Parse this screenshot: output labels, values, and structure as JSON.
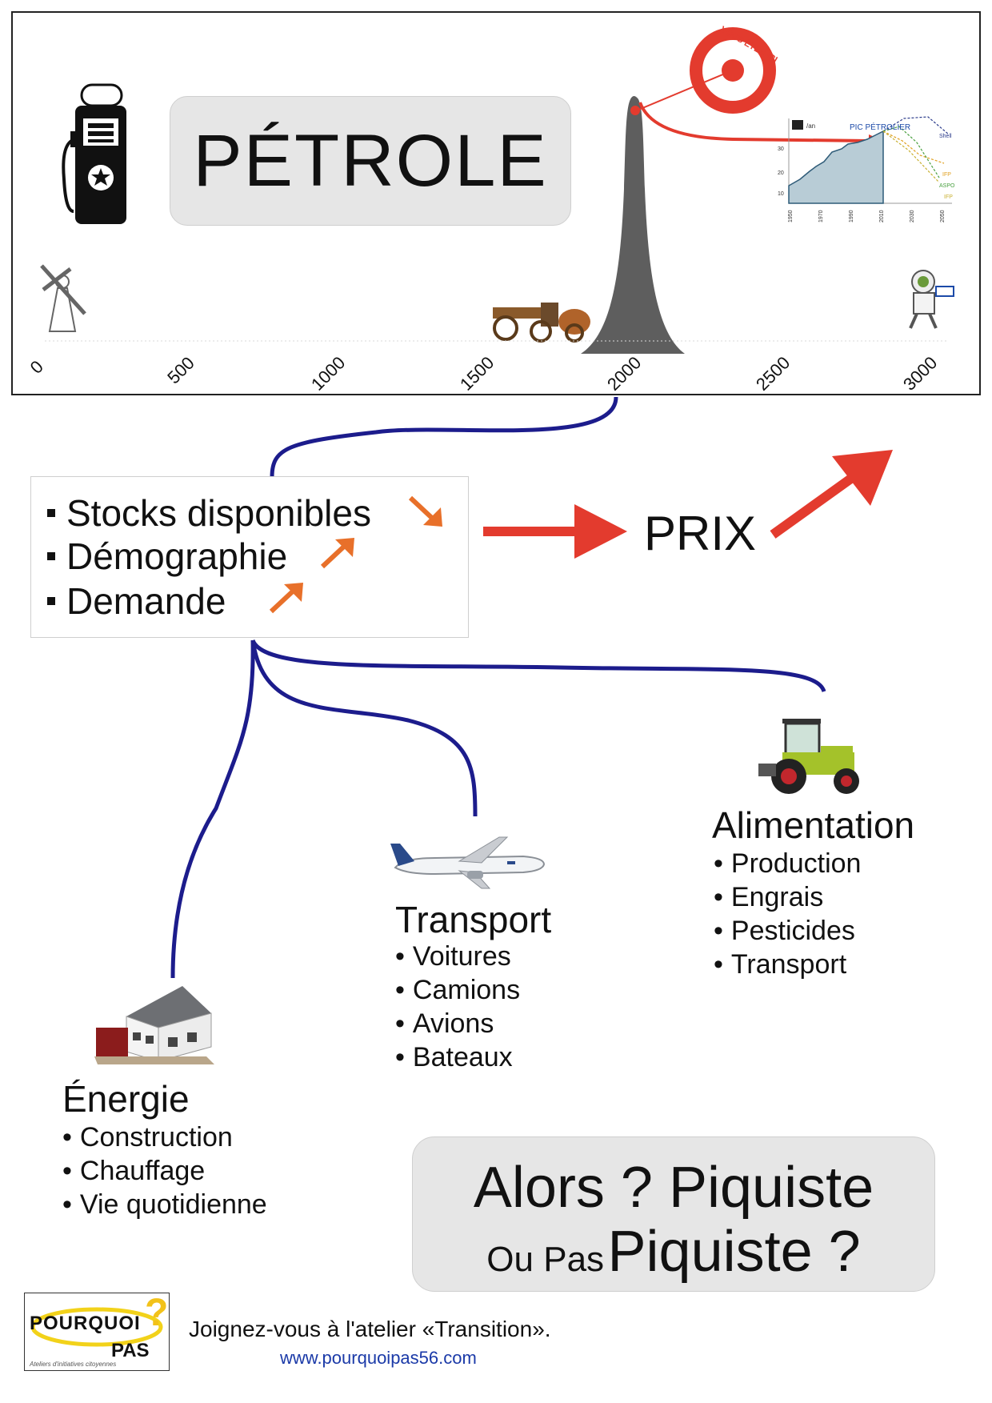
{
  "title": "PÉTROLE",
  "timeline": {
    "ticks": [
      "0",
      "500",
      "1000",
      "1500",
      "2000",
      "2500",
      "3000"
    ],
    "you_are_here": "VOUS ÊTES ICI",
    "inset_chart": {
      "title": "PIC PÉTROLIER",
      "unit_label": "/an",
      "y_ticks": [
        "30",
        "20",
        "10"
      ],
      "x_ticks": [
        "1950",
        "1970",
        "1990",
        "2010",
        "2030",
        "2050"
      ],
      "series_labels": [
        "Shell",
        "IFP",
        "ASPO",
        "IFP"
      ]
    },
    "icons": [
      "gas-pump-icon",
      "pilgrim-icon",
      "steam-wagon-icon",
      "astronaut-icon",
      "target-icon"
    ]
  },
  "factors": [
    {
      "label": "Stocks disponibles",
      "trend": "down"
    },
    {
      "label": "Démographie",
      "trend": "up"
    },
    {
      "label": "Demande",
      "trend": "up"
    }
  ],
  "price": {
    "label": "PRIX",
    "trend": "up"
  },
  "colors": {
    "arrow_red": "#e33b2e",
    "trend_orange": "#e8702a",
    "connector_blue": "#1c1c8c",
    "box_grey": "#e6e6e6"
  },
  "categories": {
    "energie": {
      "title": "Énergie",
      "items": [
        "Construction",
        "Chauffage",
        "Vie quotidienne"
      ],
      "icon": "house-icon"
    },
    "transport": {
      "title": "Transport",
      "items": [
        "Voitures",
        "Camions",
        "Avions",
        "Bateaux"
      ],
      "icon": "airplane-icon"
    },
    "alimentation": {
      "title": "Alimentation",
      "items": [
        "Production",
        "Engrais",
        "Pesticides",
        "Transport"
      ],
      "icon": "tractor-icon"
    }
  },
  "question": {
    "line1": "Alors ? Piquiste",
    "line2_small": "Ou Pas",
    "line2_big": "Piquiste ?"
  },
  "logo": {
    "main": "POURQUOI",
    "sub": "PAS",
    "tagline": "Ateliers d'initiatives citoyennes"
  },
  "footer": {
    "text": "Joignez-vous à l'atelier «Transition».",
    "url": "www.pourquoipas56.com"
  }
}
